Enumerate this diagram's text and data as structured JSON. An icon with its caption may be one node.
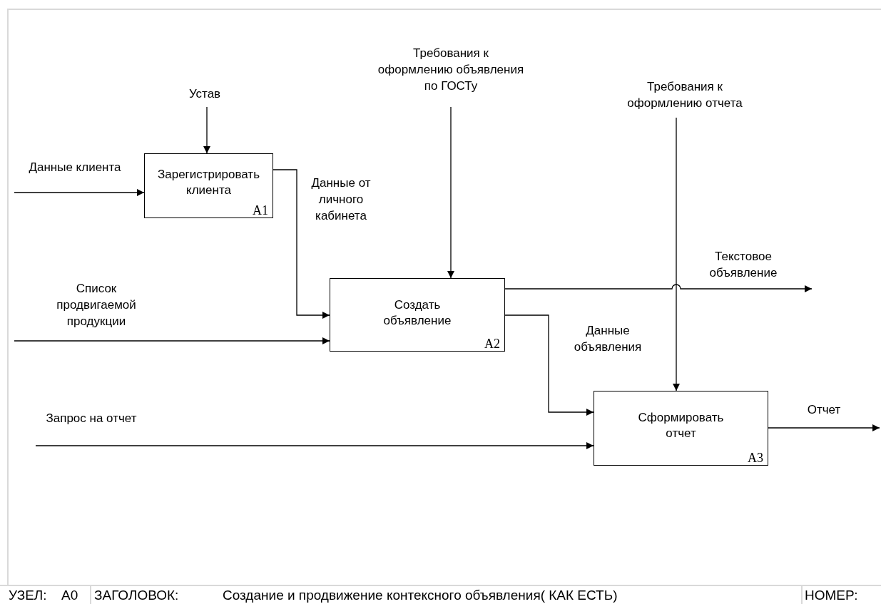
{
  "diagram": {
    "nodes": [
      {
        "text": [
          "Зарегистрировать клиента",
          "A1"
        ]
      },
      {
        "text": [
          "Создать объявление",
          "A2"
        ]
      },
      {
        "text": [
          "Сформировать отчет",
          "A3"
        ]
      }
    ],
    "edges": [
      {
        "from": null,
        "to": 0,
        "arrow": "to",
        "label": "Данные клиента"
      },
      {
        "from": null,
        "to": 0,
        "arrow": "to",
        "label": "Устав"
      },
      {
        "from": 0,
        "to": 1,
        "arrow": "to",
        "label": "Данные от личного кабинета"
      },
      {
        "from": null,
        "to": 1,
        "arrow": "to",
        "label": "Список продвигаемой продукции"
      },
      {
        "from": null,
        "to": 1,
        "arrow": "to",
        "label": "Требования к оформлению объявления по ГОСТу"
      },
      {
        "from": 1,
        "to": null,
        "arrow": "to",
        "label": "Текстовое объявление"
      },
      {
        "from": 1,
        "to": 2,
        "arrow": "to",
        "label": "Данные объявления"
      },
      {
        "from": null,
        "to": 2,
        "arrow": "to",
        "label": "Требования к оформлению отчета"
      },
      {
        "from": null,
        "to": 2,
        "arrow": "to",
        "label": "Запрос на отчет"
      },
      {
        "from": 2,
        "to": null,
        "arrow": "to",
        "label": "Отчет"
      }
    ],
    "labels": [
      "УЗЕЛ:",
      "A0",
      "ЗАГОЛОВОК:",
      "Создание и продвижение контексного объявления( КАК ЕСТЬ)",
      "НОМЕР:"
    ]
  }
}
